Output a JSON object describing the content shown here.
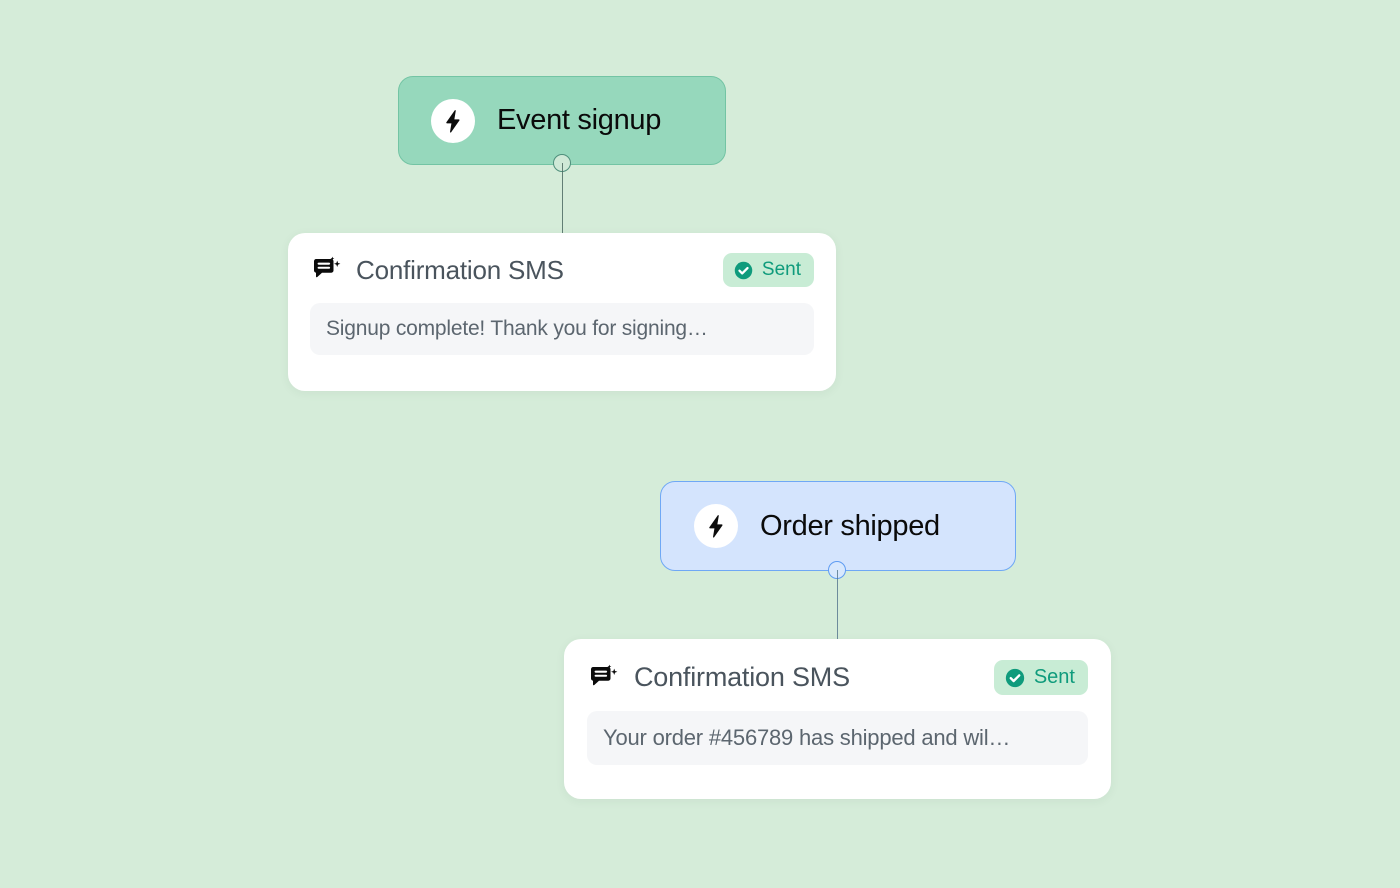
{
  "canvas": {
    "background_color": "#d5ecd9"
  },
  "flows": [
    {
      "id": "flow-event-signup",
      "trigger": {
        "label": "Event signup",
        "icon": "lightning-bolt-icon",
        "accent_color": "#96d8bc",
        "border_color": "#73c4a4"
      },
      "connector": {
        "dot_color": "#cfe9d7",
        "dot_border_color": "#4f8f7c",
        "line_color": "#4d6b63"
      },
      "card": {
        "icon": "sms-sparkle-icon",
        "title": "Confirmation SMS",
        "status": {
          "label": "Sent",
          "icon": "check-circle-icon",
          "background_color": "#c8ecd5",
          "text_color": "#0f9b7c"
        },
        "preview": "Signup complete! Thank you for signing…"
      }
    },
    {
      "id": "flow-order-shipped",
      "trigger": {
        "label": "Order shipped",
        "icon": "lightning-bolt-icon",
        "accent_color": "#d4e4fd",
        "border_color": "#6fa8f5"
      },
      "connector": {
        "dot_color": "#d8e8fd",
        "dot_border_color": "#5f9cf2",
        "line_color": "#5a7a90"
      },
      "card": {
        "icon": "sms-sparkle-icon",
        "title": "Confirmation SMS",
        "status": {
          "label": "Sent",
          "icon": "check-circle-icon",
          "background_color": "#c8ecd5",
          "text_color": "#0f9b7c"
        },
        "preview": "Your order #456789 has shipped and wil…"
      }
    }
  ]
}
